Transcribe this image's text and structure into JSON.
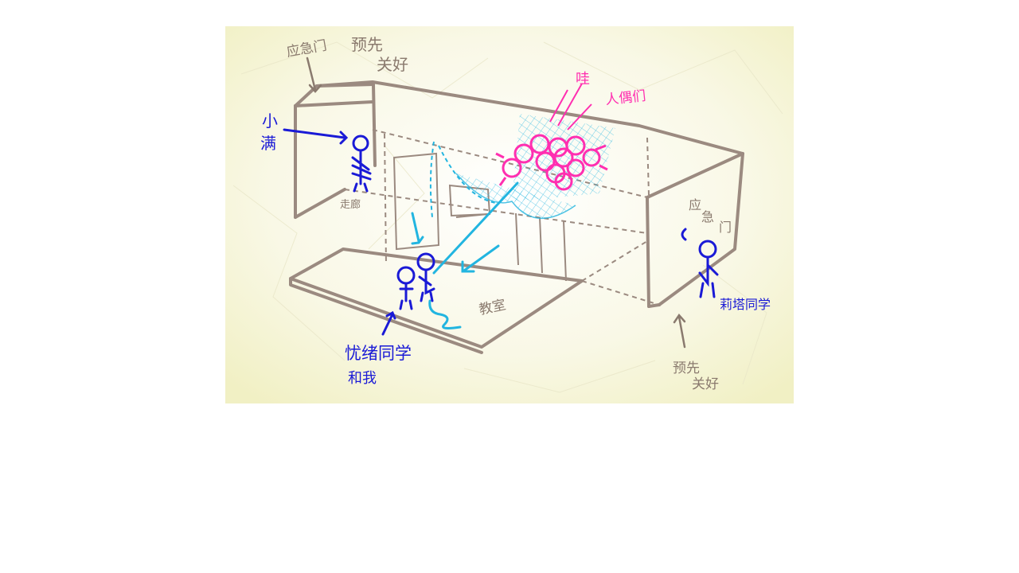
{
  "colors": {
    "paper": "#f7f5d6",
    "building": "#9b8a80",
    "label_brown": "#8a7a6e",
    "person_blue": "#1a1ad6",
    "doll_pink": "#ff2fb0",
    "net_cyan": "#22b5e0"
  },
  "labels": {
    "emergency_door_left": "应急门",
    "closed_in_advance_top_line1": "预先",
    "closed_in_advance_top_line2": "关好",
    "wow": "哇",
    "dolls": "人偶们",
    "xiaoman_line1": "小",
    "xiaoman_line2": "满",
    "corridor": "走廊",
    "classroom": "教室",
    "emergency_door_right_1": "应",
    "emergency_door_right_2": "急",
    "emergency_door_right_3": "门",
    "rita": "莉塔同学",
    "youxu_line1": "忧绪同学",
    "youxu_line2": "和我",
    "closed_in_advance_bottom_line1": "预先",
    "closed_in_advance_bottom_line2": "关好"
  }
}
